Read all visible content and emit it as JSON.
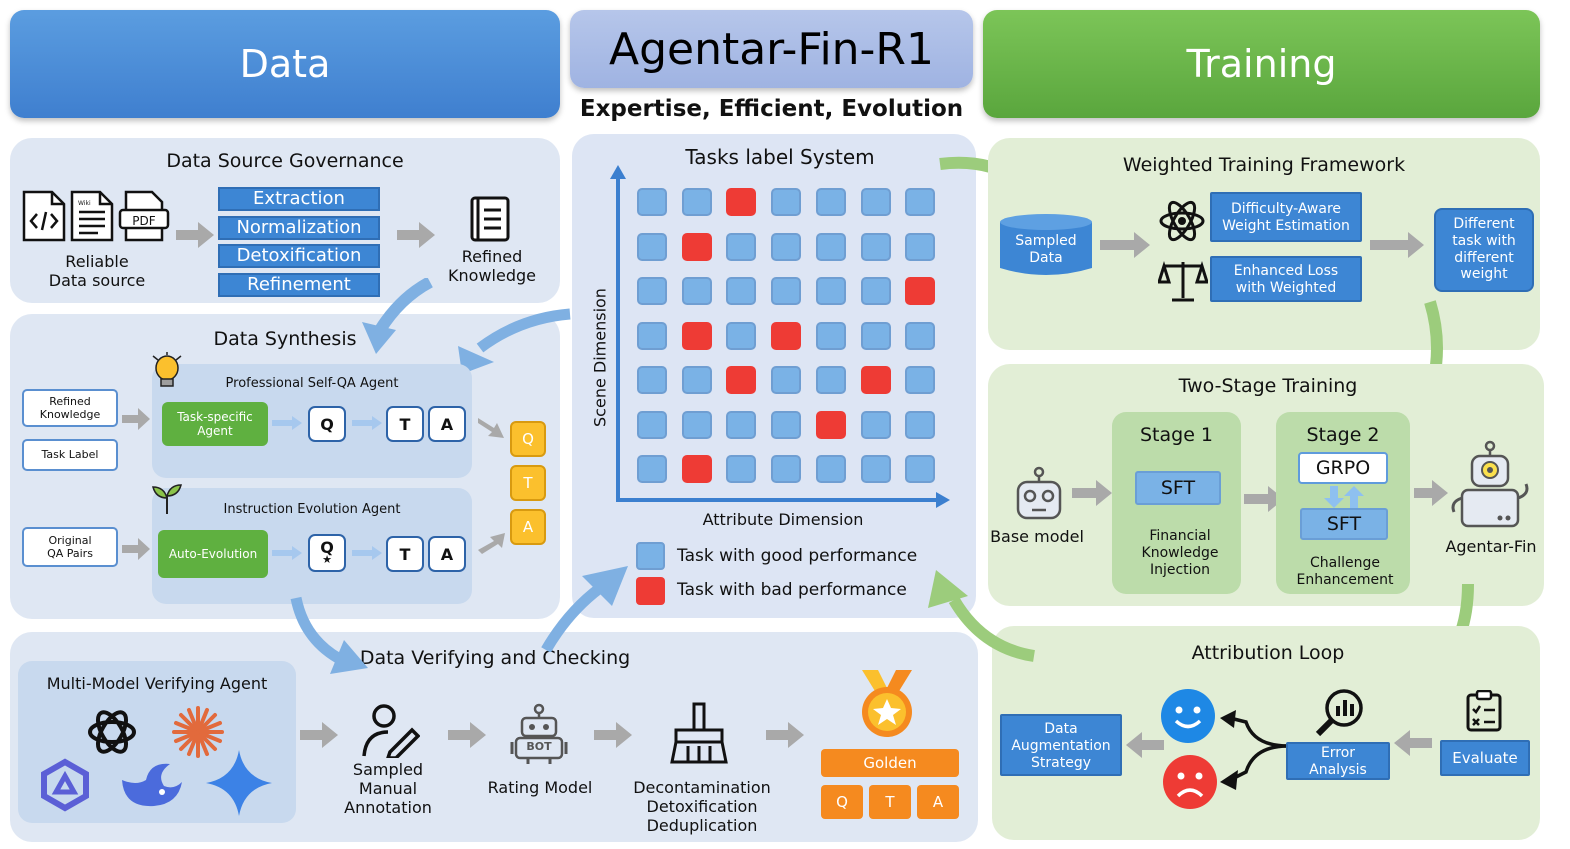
{
  "header": {
    "data": "Data",
    "title": "Agentar-Fin-R1",
    "subtitle": "Expertise, Efficient, Evolution",
    "training": "Training"
  },
  "dsg": {
    "title": "Data Source Governance",
    "source_label": "Reliable\nData source",
    "pdf": "PDF",
    "wiki": "Wiki",
    "steps": [
      "Extraction",
      "Normalization",
      "Detoxification",
      "Refinement"
    ],
    "refined": "Refined\nKnowledge"
  },
  "synth": {
    "title": "Data Synthesis",
    "input1": "Refined\nKnowledge",
    "input2": "Task Label",
    "input3": "Original\nQA Pairs",
    "agent1_title": "Professional Self-QA Agent",
    "agent1_btn": "Task-specific\nAgent",
    "agent2_title": "Instruction Evolution Agent",
    "agent2_btn": "Auto-Evolution",
    "q": "Q",
    "t": "T",
    "a": "A"
  },
  "tasks": {
    "title": "Tasks label System",
    "ylabel": "Scene Dimension",
    "xlabel": "Attribute Dimension",
    "legend_good": "Task with good performance",
    "legend_bad": "Task with bad performance",
    "grid": [
      [
        0,
        0,
        1,
        0,
        0,
        0,
        0
      ],
      [
        0,
        1,
        0,
        0,
        0,
        0,
        0
      ],
      [
        0,
        0,
        0,
        0,
        0,
        0,
        1
      ],
      [
        0,
        1,
        0,
        1,
        0,
        0,
        0
      ],
      [
        0,
        0,
        1,
        0,
        0,
        1,
        0
      ],
      [
        0,
        0,
        0,
        0,
        1,
        0,
        0
      ],
      [
        0,
        1,
        0,
        0,
        0,
        0,
        0
      ]
    ],
    "colors": {
      "good": "#7ab2e6",
      "bad": "#ee3b35"
    }
  },
  "verify": {
    "title": "Data Verifying and Checking",
    "mm_title": "Multi-Model Verifying Agent",
    "sampled": "Sampled\nManual Annotation",
    "rating": "Rating Model",
    "bot": "BOT",
    "decon": "Decontamination\nDetoxification\nDeduplication",
    "golden": "Golden",
    "q": "Q",
    "t": "T",
    "a": "A"
  },
  "wtf": {
    "title": "Weighted Training Framework",
    "sampled": "Sampled\nData",
    "difficulty": "Difficulty-Aware\nWeight Estimation",
    "loss": "Enhanced Loss\nwith Weighted",
    "different": "Different\ntask with\ndifferent\nweight"
  },
  "two": {
    "title": "Two-Stage Training",
    "base": "Base model",
    "stage1": "Stage 1",
    "sft1": "SFT",
    "stage1_desc": "Financial\nKnowledge\nInjection",
    "stage2": "Stage 2",
    "grpo": "GRPO",
    "sft2": "SFT",
    "stage2_desc": "Challenge\nEnhancement",
    "agentar": "Agentar-Fin"
  },
  "attr": {
    "title": "Attribution Loop",
    "aug": "Data\nAugmentation\nStrategy",
    "error": "Error\nAnalysis",
    "evaluate": "Evaluate"
  }
}
